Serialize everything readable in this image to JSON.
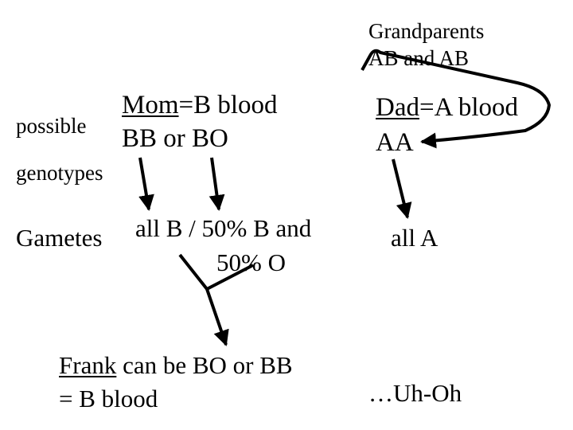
{
  "grandparents": {
    "line1": "Grandparents",
    "line2": "AB and AB"
  },
  "mom": {
    "label": "Mom",
    "phenotype": "=B blood",
    "genotype": "BB or BO"
  },
  "dad": {
    "label": "Dad",
    "phenotype": "=A blood",
    "genotype": "AA"
  },
  "side_labels": {
    "possible": "possible",
    "genotypes": "genotypes",
    "gametes": "Gametes"
  },
  "mom_gametes": {
    "line1": "all B / 50% B and",
    "line2": "50% O"
  },
  "dad_gametes": "all A",
  "frank": {
    "name": "Frank",
    "line1_rest": " can be  BO or BB",
    "line2": "= B blood"
  },
  "conclusion": "…Uh-Oh",
  "colors": {
    "ink": "#000000",
    "background": "#ffffff"
  }
}
